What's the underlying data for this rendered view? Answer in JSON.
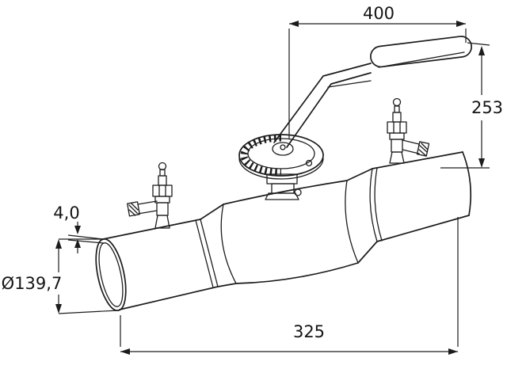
{
  "dimensions": {
    "handle_span": "400",
    "handle_height": "253",
    "wall_thickness": "4,0",
    "pipe_diameter": "Ø139,7",
    "body_length": "325"
  }
}
